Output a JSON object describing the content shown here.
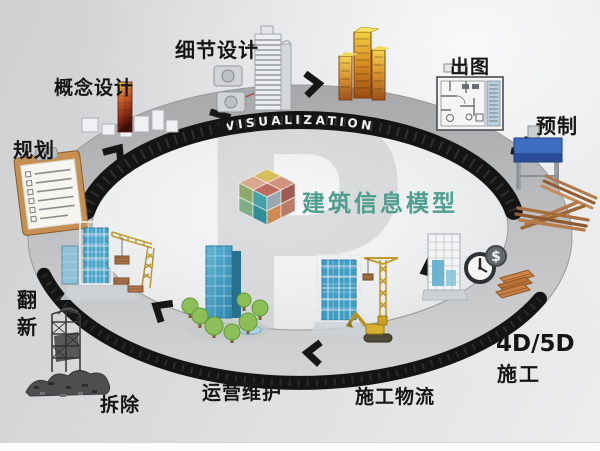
{
  "center": {
    "logo": "bim-cube",
    "label": "建筑信息模型"
  },
  "ring": {
    "band_label": "VISUALIZATION"
  },
  "stages": [
    {
      "id": "planning",
      "label": "规划"
    },
    {
      "id": "concept-design",
      "label": "概念设计"
    },
    {
      "id": "detail-design",
      "label": "细节设计"
    },
    {
      "id": "drawing-output",
      "label": "出图"
    },
    {
      "id": "prefabrication",
      "label": "预制"
    },
    {
      "id": "construction-4d5d",
      "label": "4D/5D",
      "label2": "施工"
    },
    {
      "id": "construction-logistics",
      "label": "施工物流"
    },
    {
      "id": "operation-maintenance",
      "label": "运营维护"
    },
    {
      "id": "demolition",
      "label": "拆除"
    },
    {
      "id": "renovation",
      "label": "翻新"
    }
  ],
  "symbols": {
    "dollar": "$"
  },
  "watermark": "P",
  "colors": {
    "bim_label": "#4f9e90",
    "band_black": "#141414",
    "ring_gray": "#bdbfc1",
    "gold": "#d8a82a",
    "machine_blue": "#3e6ec4",
    "pipe_copper": "#a8703c",
    "glass_blue": "#46a4ca",
    "tree_green": "#8cbf58"
  }
}
